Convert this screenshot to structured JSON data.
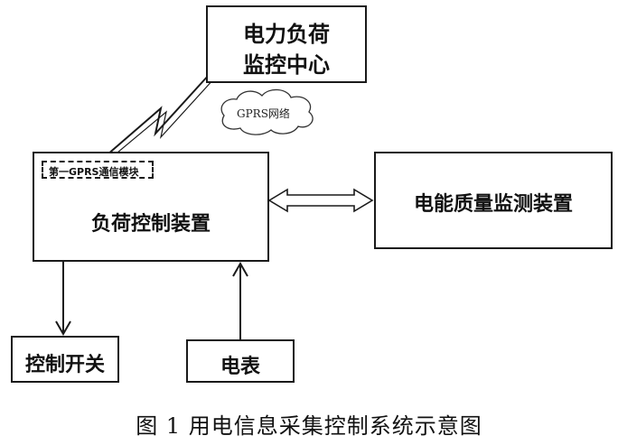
{
  "nodes": {
    "monitoring_center": {
      "line1": "电力负荷",
      "line2": "监控中心"
    },
    "load_control": {
      "label": "负荷控制装置"
    },
    "gprs_module": {
      "label": "第一GPRS通信模块"
    },
    "network": {
      "label": "GPRS网络"
    },
    "power_quality": {
      "label": "电能质量监测装置"
    },
    "control_switch": {
      "label": "控制开关"
    },
    "meter": {
      "label": "电表"
    }
  },
  "caption": "图 1 用电信息采集控制系统示意图"
}
